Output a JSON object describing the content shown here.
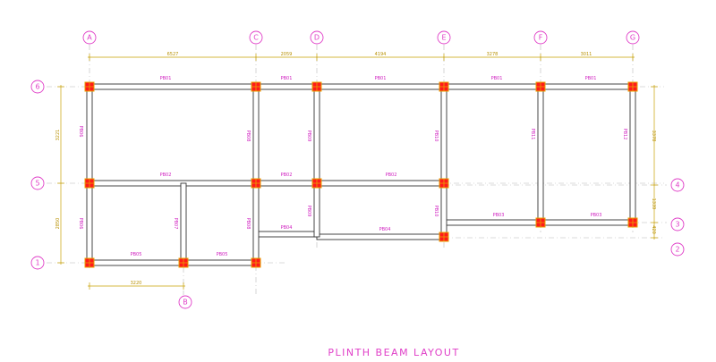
{
  "title": "PLINTH BEAM LAYOUT",
  "colors": {
    "grid_bubble": "#e040c8",
    "beam_label": "#d020c0",
    "dimension": "#c8a000",
    "column_fill": "#ff1a1a",
    "column_outline": "#e8a000",
    "beam_outline": "#333333",
    "grid_line": "#b8b8b8"
  },
  "top_grid_labels": [
    "A",
    "C",
    "D",
    "E",
    "F",
    "G"
  ],
  "bottom_grid_labels": [
    "B"
  ],
  "left_grid_labels": [
    "6",
    "5",
    "1"
  ],
  "right_grid_labels": [
    "4",
    "3",
    "2"
  ],
  "top_dimensions": [
    "6527",
    "2059",
    "4194",
    "3278",
    "3011"
  ],
  "bottom_dimensions": [
    "3220"
  ],
  "left_dimensions": [
    "3221",
    "2850"
  ],
  "right_dimensions": [
    "3378",
    "1339",
    "420"
  ],
  "beams": {
    "top_row": [
      "PB01",
      "PB01",
      "PB01",
      "PB01",
      "PB01"
    ],
    "middle_row": [
      "PB02",
      "PB02",
      "PB02"
    ],
    "lower_row": [
      "PB03",
      "PB03"
    ],
    "step_row": [
      "PB04",
      "PB04"
    ],
    "bottom_row": [
      "PB05",
      "PB05"
    ],
    "upper_verticals": [
      "PB06",
      "PB08",
      "PB09",
      "PB10",
      "PB11",
      "PB12"
    ],
    "lower_verticals": [
      "PB06",
      "PB07",
      "PB08",
      "PB09",
      "PB10"
    ]
  }
}
